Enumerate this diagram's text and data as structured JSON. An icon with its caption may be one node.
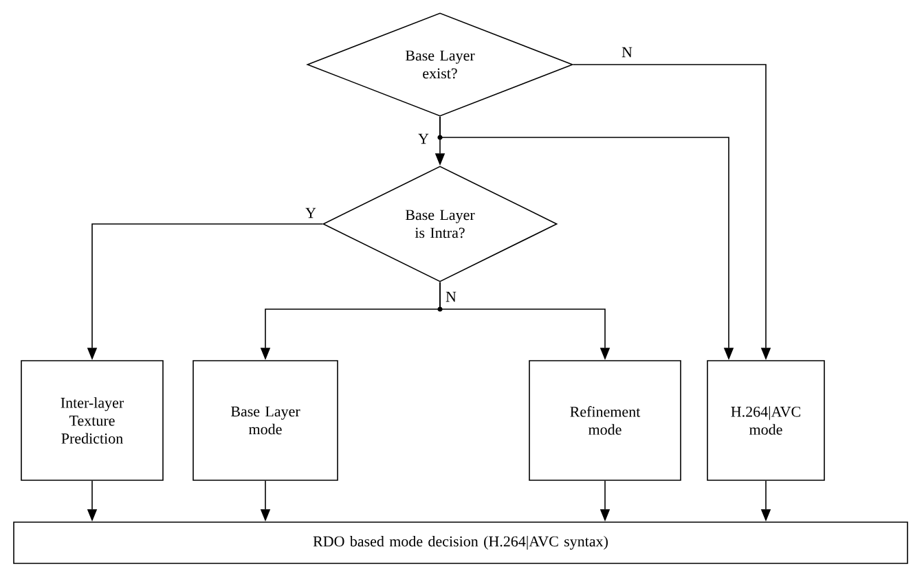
{
  "diagram": {
    "nodes": [
      {
        "text": [
          "Base Layer exist?"
        ]
      },
      {
        "text": [
          "Base Layer is Intra?"
        ]
      },
      {
        "text": [
          "Inter-layer Texture Prediction"
        ]
      },
      {
        "text": [
          "Base Layer mode"
        ]
      },
      {
        "text": [
          "Refinement mode"
        ]
      },
      {
        "text": [
          "H.264|AVC mode"
        ]
      },
      {
        "text": [
          "RDO based mode decision (H.264|AVC syntax)"
        ]
      }
    ],
    "edges": [
      {
        "from": 0,
        "to": 1,
        "arrow": "to",
        "label": "Y"
      },
      {
        "from": 0,
        "to": 5,
        "arrow": "to"
      },
      {
        "from": 0,
        "to": 5,
        "arrow": "to",
        "label": "N"
      },
      {
        "from": 1,
        "to": 2,
        "arrow": "to",
        "label": "Y"
      },
      {
        "from": 1,
        "to": 3,
        "arrow": "to",
        "label": "N"
      },
      {
        "from": 1,
        "to": 4,
        "arrow": "to"
      },
      {
        "from": 2,
        "to": 6,
        "arrow": "to"
      },
      {
        "from": 3,
        "to": 6,
        "arrow": "to"
      },
      {
        "from": 4,
        "to": 6,
        "arrow": "to"
      },
      {
        "from": 5,
        "to": 6,
        "arrow": "to"
      }
    ]
  }
}
